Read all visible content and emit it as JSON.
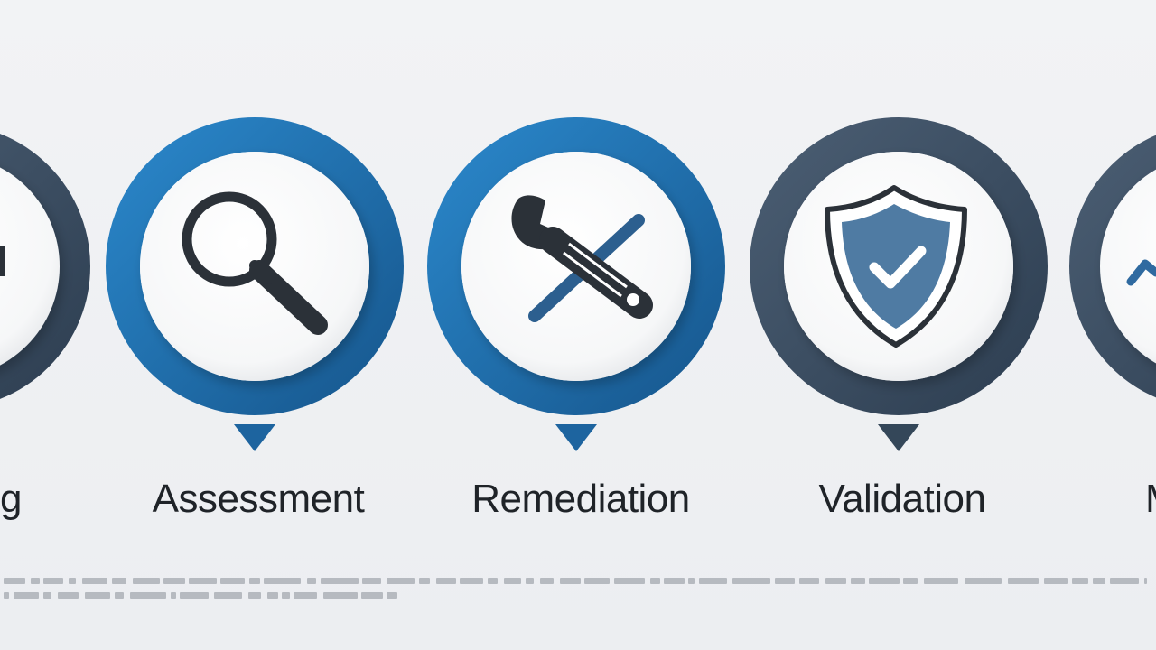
{
  "colors": {
    "background": "#f0f1f3",
    "dark_slate": "#3a4c60",
    "blue": "#1f6fb2",
    "deep_blue": "#1c5b92",
    "icon_dark": "#2b3138",
    "shield_fill": "#4f7ba3",
    "label_text": "#1f2328"
  },
  "steps": [
    {
      "label": "g",
      "icon": "partial-icon",
      "ring_color": "dark_slate"
    },
    {
      "label": "Assessment",
      "icon": "magnifier-icon",
      "ring_color": "blue"
    },
    {
      "label": "Remediation",
      "icon": "wrench-screwdriver-icon",
      "ring_color": "blue"
    },
    {
      "label": "Validation",
      "icon": "shield-check-icon",
      "ring_color": "dark_slate"
    },
    {
      "label": "M",
      "icon": "partial-check-icon",
      "ring_color": "dark_slate"
    }
  ]
}
